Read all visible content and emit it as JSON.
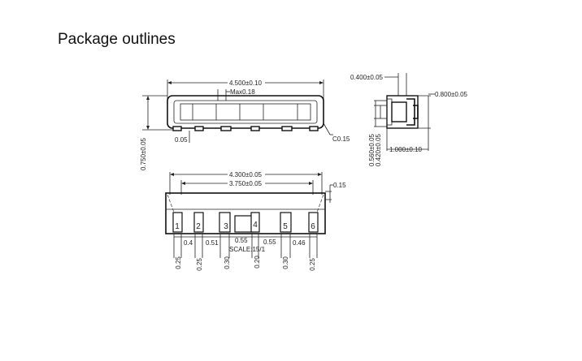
{
  "title": "Package outlines",
  "top_view": {
    "width": "4.500±0.10",
    "window": "Max0.18",
    "height": "0.750±0.05",
    "foot": "0.05",
    "chamfer": "C0.15"
  },
  "side_view": {
    "d1": "0.400±0.05",
    "d2": "0.800±0.05",
    "d3": "0.560±0.05",
    "d4": "0.420±0.05",
    "d5": "1.000±0.10"
  },
  "bottom_view": {
    "outer": "4.300±0.05",
    "inner": "3.750±0.05",
    "chamfer": "0.15",
    "pins": [
      "1",
      "2",
      "3",
      "4",
      "5",
      "6"
    ],
    "pitches": [
      "0.4",
      "0.51",
      "0.55",
      "0.55",
      "0.46"
    ],
    "pad_widths": [
      "0.25",
      "0.25",
      "0.30",
      "0.20",
      "0.30",
      "0.25"
    ],
    "scale": "SCALE:15/1"
  }
}
